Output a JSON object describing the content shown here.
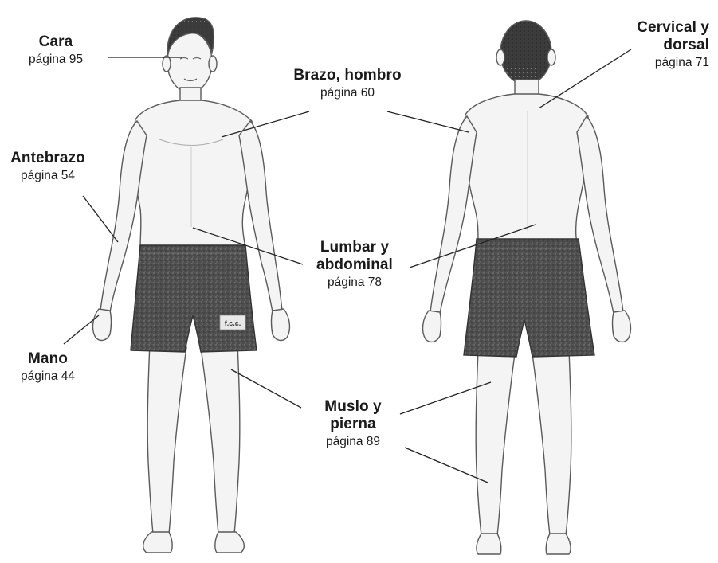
{
  "labels": {
    "cara": {
      "lines": [
        "Cara"
      ],
      "page": "página 95"
    },
    "cervical": {
      "lines": [
        "Cervical y",
        "dorsal"
      ],
      "page": "página 71"
    },
    "brazo": {
      "lines": [
        "Brazo, hombro"
      ],
      "page": "página 60"
    },
    "antebrazo": {
      "lines": [
        "Antebrazo"
      ],
      "page": "página 54"
    },
    "lumbar": {
      "lines": [
        "Lumbar y",
        "abdominal"
      ],
      "page": "página 78"
    },
    "mano": {
      "lines": [
        "Mano"
      ],
      "page": "página 44"
    },
    "muslo": {
      "lines": [
        "Muslo y",
        "pierna"
      ],
      "page": "página 89"
    }
  },
  "shorts_logo": "f.c.c.",
  "colors": {
    "skin_fill": "#f4f4f4",
    "outline": "#5a5a5a",
    "shorts": "#4a4a4a",
    "hair": "#3a3a3a",
    "leader": "#222222"
  }
}
